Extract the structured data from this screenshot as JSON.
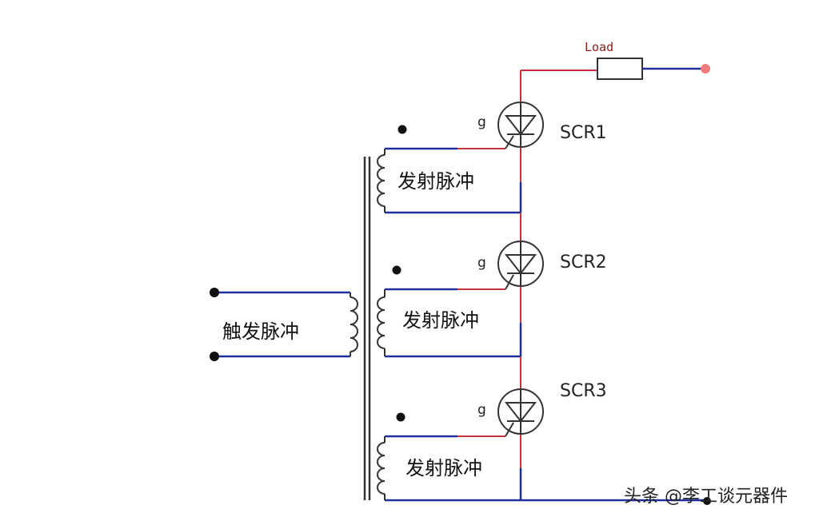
{
  "labels": {
    "load": "Load",
    "trigger_pulse": "触发脉冲",
    "secondary_1": "发射脉冲",
    "secondary_2": "发射脉冲",
    "secondary_3": "发射脉冲",
    "scr1": "SCR1",
    "scr2": "SCR2",
    "scr3": "SCR3",
    "gate_1": "g",
    "gate_2": "g",
    "gate_3": "g"
  },
  "watermark": "头条 @李工谈元器件",
  "colors": {
    "wire_blue": "#1f2f9a",
    "wire_red": "#c8323a",
    "terminal_pink": "#ee7c7c",
    "component": "#333333",
    "dot": "#111111"
  }
}
